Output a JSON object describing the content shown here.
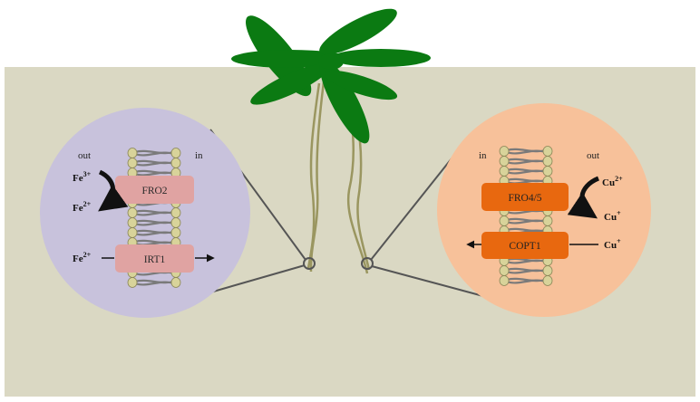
{
  "colors": {
    "soil": "#dad8c3",
    "leaf": "#0b7a12",
    "root": "#9a9660",
    "iron_circle": "#c8c2dc",
    "copper_circle": "#f7c19a",
    "iron_protein": "#e0a3a2",
    "copper_protein": "#e8680f",
    "lipid_head": "#d8d39a",
    "lipid_tail": "#7a7a7a",
    "arrow": "#111111"
  },
  "left_panel": {
    "side_out": "out",
    "side_in": "in",
    "proteins": {
      "reductase": "FRO2",
      "transporter": "IRT1"
    },
    "ions": {
      "fe3": {
        "base": "Fe",
        "charge": "3+"
      },
      "fe2_reduced": {
        "base": "Fe",
        "charge": "2+"
      },
      "fe2_transport": {
        "base": "Fe",
        "charge": "2+"
      }
    }
  },
  "right_panel": {
    "side_in": "in",
    "side_out": "out",
    "proteins": {
      "reductase": "FRO4/5",
      "transporter": "COPT1"
    },
    "ions": {
      "cu2": {
        "base": "Cu",
        "charge": "2+"
      },
      "cu1_reduced": {
        "base": "Cu",
        "charge": "+"
      },
      "cu1_transport": {
        "base": "Cu",
        "charge": "+"
      }
    }
  }
}
